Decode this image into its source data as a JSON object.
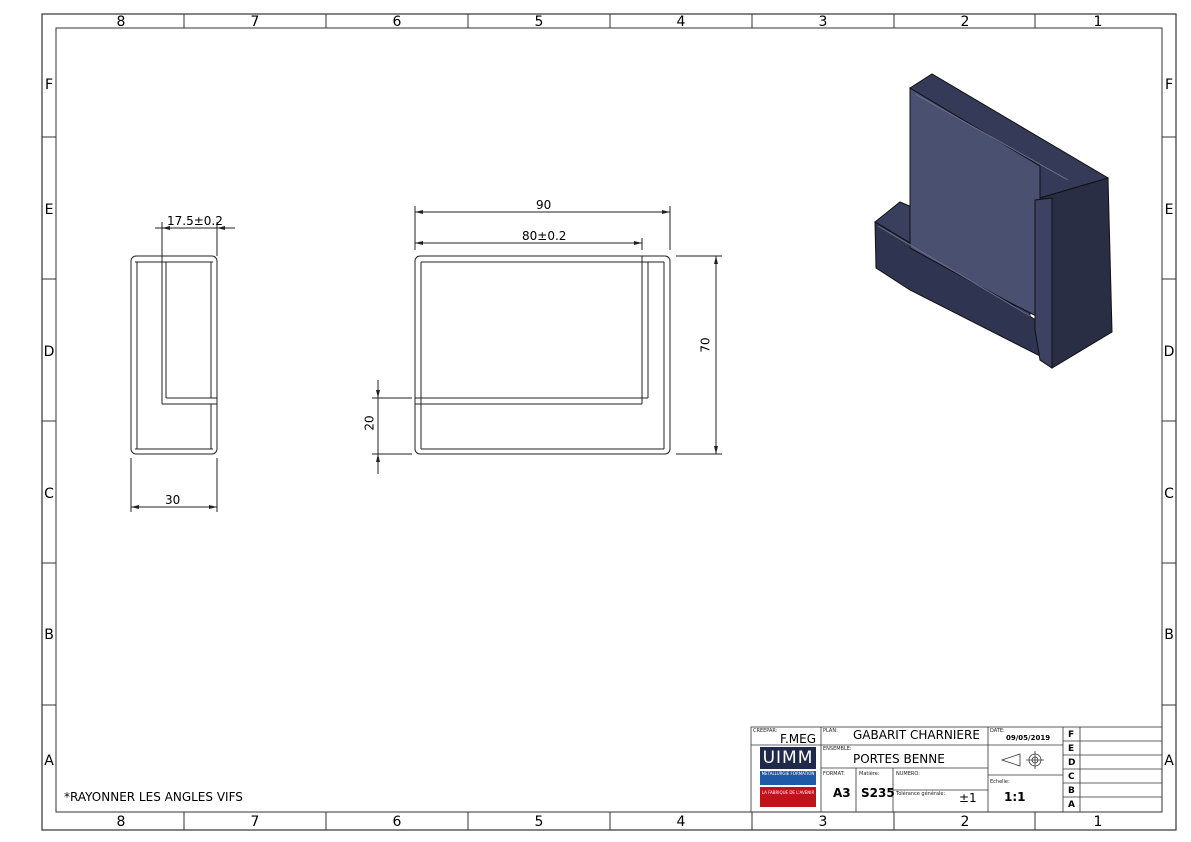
{
  "sheet": {
    "zones_columns": [
      "8",
      "7",
      "6",
      "5",
      "4",
      "3",
      "2",
      "1"
    ],
    "zones_rows": [
      "F",
      "E",
      "D",
      "C",
      "B",
      "A"
    ]
  },
  "views": {
    "side_view": {
      "dim_thickness": "17.5±0.2",
      "dim_width": "30"
    },
    "front_view": {
      "dim_total_width": "90",
      "dim_inner_width": "80±0.2",
      "dim_height": "70",
      "dim_base_height": "20"
    }
  },
  "note": "*RAYONNER LES ANGLES VIFS",
  "title_block": {
    "created_by_label": "CREEPAR:",
    "created_by": "F.MEG",
    "plan_label": "PLAN:",
    "plan": "GABARIT CHARNIERE",
    "ensemble_label": "ENSEMBLE:",
    "ensemble": "PORTES BENNE",
    "date_label": "DATE:",
    "date": "09/05/2019",
    "format_label": "FORMAT:",
    "format": "A3",
    "matiere_label": "Matière:",
    "matiere": "S235",
    "numero_label": "NUMERO:",
    "tolerance_label": "Tolérance générale:",
    "tolerance": "±1",
    "echelle_label": "Echelle:",
    "echelle": "1:1",
    "logo_text": "UIMM",
    "logo_sub_blue": "METALLURGIE FORMATION",
    "logo_sub_red": "LA FABRIQUE DE L'AVENIR",
    "revisions": [
      "F",
      "E",
      "D",
      "C",
      "B",
      "A"
    ]
  },
  "colors": {
    "model_face_front": "#4a5070",
    "model_face_side": "#2c3048",
    "model_face_top": "#3a3f5e",
    "logo_navy": "#1f2a4a",
    "logo_blue": "#1e5aa8",
    "logo_red": "#c0121a"
  }
}
